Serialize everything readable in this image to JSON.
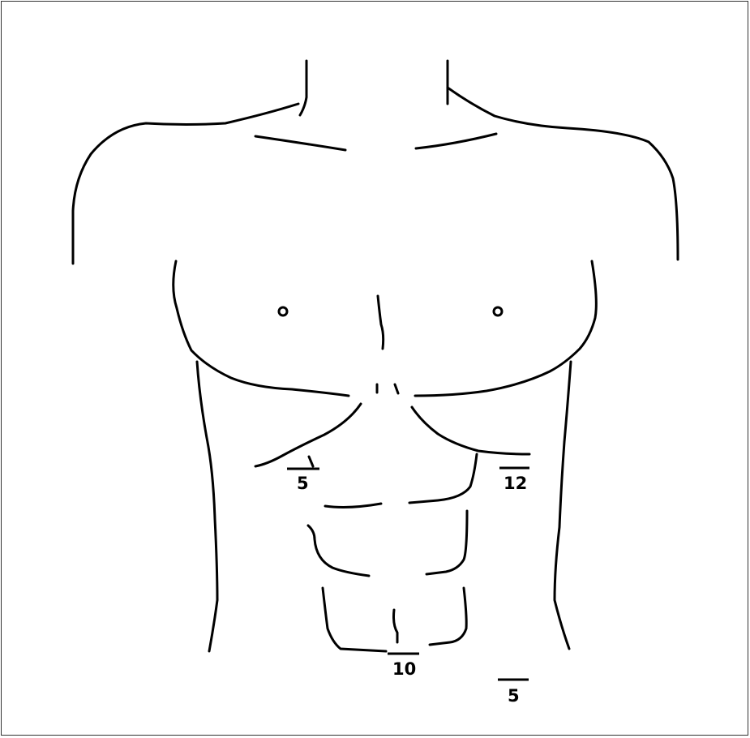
{
  "labels": {
    "left_rib": "5",
    "right_rib": "12",
    "umbilical": "10",
    "lower_right": "5"
  },
  "colors": {
    "line": "#000000",
    "background": "#ffffff",
    "frame": "#333333"
  }
}
